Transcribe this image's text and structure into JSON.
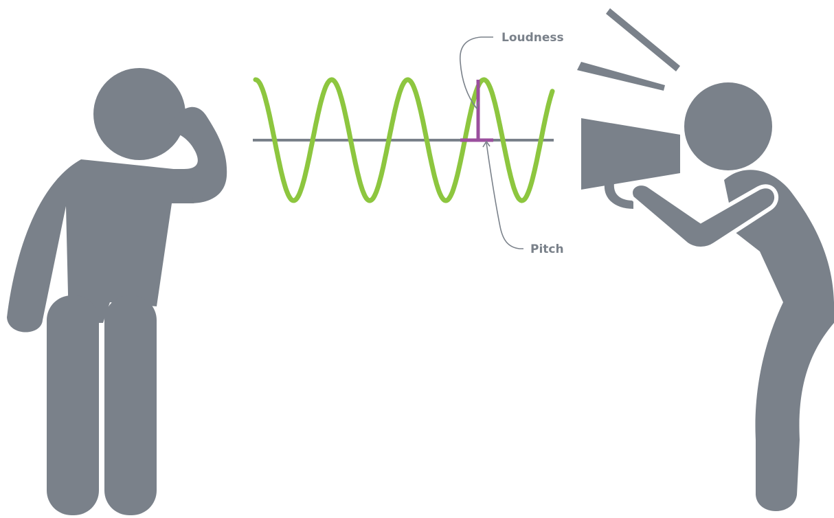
{
  "diagram": {
    "labels": {
      "loudness": "Loudness",
      "pitch": "Pitch"
    },
    "colors": {
      "figure": "#7a818a",
      "wave": "#8dc63f",
      "measure": "#9b4f9e",
      "axis": "#7a818a",
      "callout": "#7a818a",
      "background": "#ffffff"
    },
    "wave": {
      "cycles": 4
    }
  }
}
